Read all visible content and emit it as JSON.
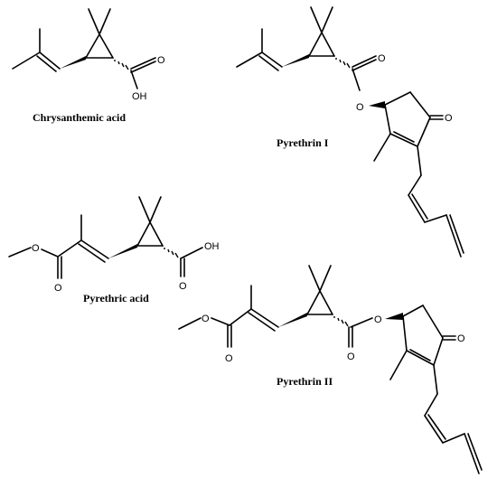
{
  "captions": {
    "chrysanthemic_acid": "Chrysanthemic acid",
    "pyrethrin_1": "Pyrethrin I",
    "pyrethric_acid": "Pyrethric acid",
    "pyrethrin_2": "Pyrethrin II"
  },
  "atoms": {
    "O": "O",
    "OH": "OH"
  }
}
